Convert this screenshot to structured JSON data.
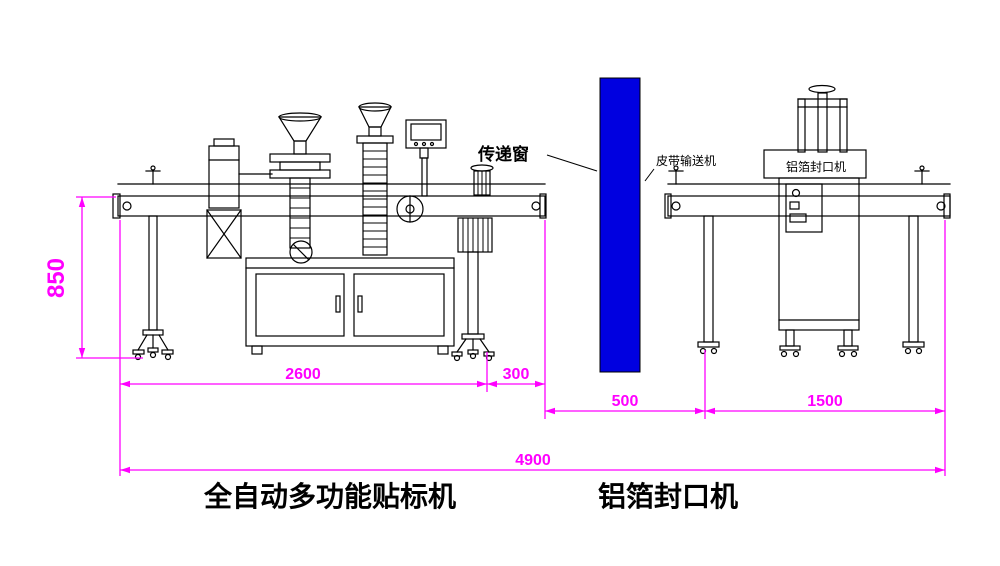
{
  "drawing": {
    "machine_labels": {
      "transfer_window": "传递窗",
      "belt_conveyor": "皮带输送机",
      "foil_sealer_tag": "铝箔封口机"
    },
    "captions": {
      "labeler": "全自动多功能贴标机",
      "sealer": "铝箔封口机"
    },
    "dimensions": {
      "height": "850",
      "labeler_length": "2600",
      "labeler_gap": "300",
      "transfer_span": "500",
      "sealer_span": "1500",
      "total_length": "4900"
    },
    "colors": {
      "dimension_line": "#FF00FF",
      "transfer_window_fill": "#0000E0",
      "line_art": "#000000"
    }
  }
}
